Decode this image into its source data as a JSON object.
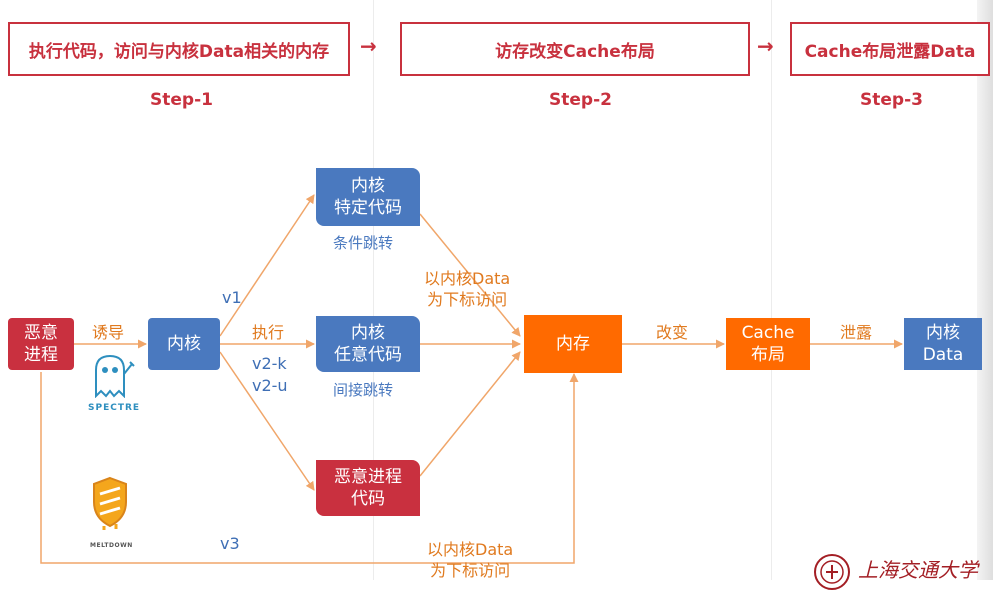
{
  "steps": [
    {
      "box": "执行代码，访问与内核Data相关的内存",
      "label": "Step-1"
    },
    {
      "box": "访存改变Cache布局",
      "label": "Step-2"
    },
    {
      "box": "Cache布局泄露Data",
      "label": "Step-3"
    }
  ],
  "step_arrow": "→",
  "nodes": {
    "malicious_process": "恶意\n进程",
    "kernel": "内核",
    "kernel_specific_code": "内核\n特定代码",
    "kernel_arbitrary_code": "内核\n任意代码",
    "malicious_process_code": "恶意进程\n代码",
    "memory": "内存",
    "cache_layout": "Cache\n布局",
    "kernel_data": "内核\nData"
  },
  "edge_labels": {
    "induce": "诱导",
    "execute": "执行",
    "change": "改变",
    "leak": "泄露",
    "index_access_top": "以内核Data\n为下标访问",
    "index_access_bottom": "以内核Data\n为下标访问"
  },
  "variants": {
    "v1": "v1",
    "v2": "v2-k\nv2-u",
    "v3": "v3"
  },
  "sublabels": {
    "conditional_jump": "条件跳转",
    "indirect_jump": "间接跳转"
  },
  "logos": {
    "spectre": "SPECTRE",
    "meltdown": "MELTDOWN",
    "university": "上海交通大学"
  },
  "colors": {
    "red": "#c9303f",
    "blue": "#4a79bf",
    "orange": "#ff6a00",
    "arrow": "#f0a66a",
    "step_red": "#c8313e"
  }
}
